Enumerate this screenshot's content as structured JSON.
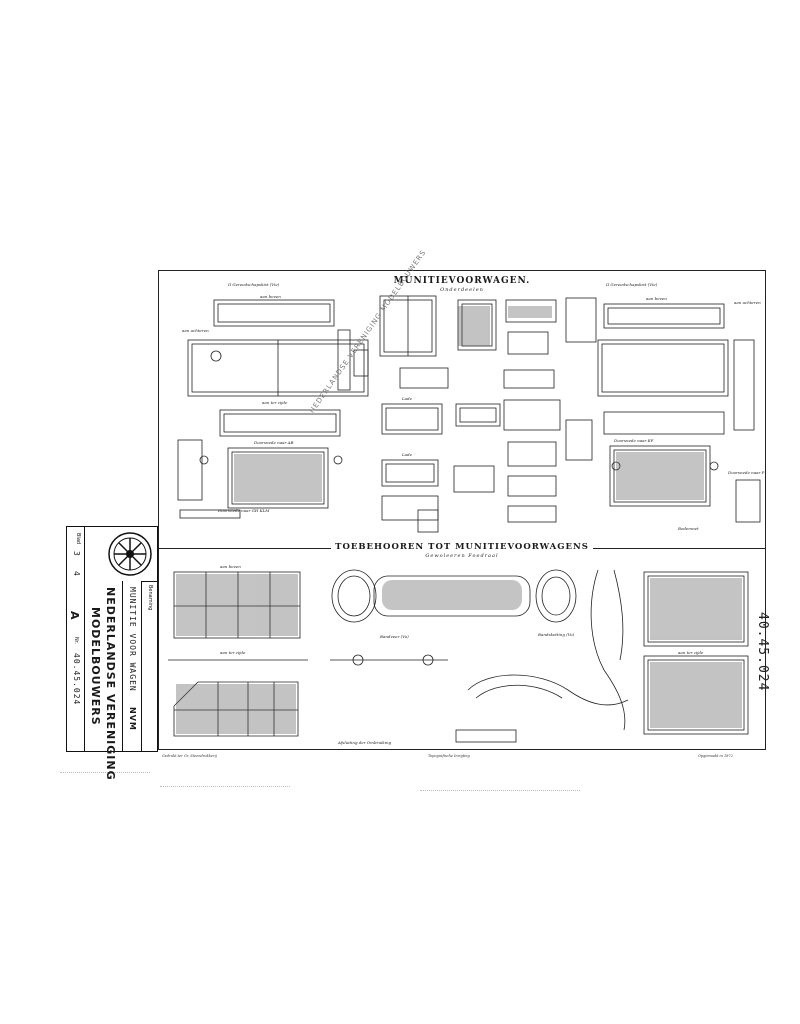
{
  "sheet": {
    "title": "MUNITIEVOORWAGEN.",
    "subtitle": "Onderdeelen",
    "accessories_title": "TOEBEHOOREN TOT MUNITIEVOORWAGENS",
    "accessories_subtitle": "Gewoleeren Foedraal",
    "labels": [
      "II Gereedschapskist (Vie)",
      "II Gereedschapskist (Vie)",
      "aan boven",
      "aan achteren",
      "aan ter zijde",
      "Doorsnede naar AB",
      "Lade",
      "Lade",
      "aan boven",
      "aan achteren",
      "Doorsnede naar GH KLM",
      "Doorsnede naar EF",
      "Doorsnede naar P",
      "Bodemnet",
      "Bandveer (Vo)",
      "Bandsketting (Vo)",
      "aan ter zijde",
      "aan boven",
      "Afsluiting der Ombruiking",
      "aan ter zijde"
    ],
    "footer_left": "Gedrukt ter Gr. Steendrukkerij",
    "footer_mid": "Topografische Inrigting",
    "footer_right": "Opgemaakt in 1872",
    "stamp": "NEDERLANDSE VERENIGING MODELBOUWERS"
  },
  "titleblock": {
    "benaming_label": "Benaming",
    "benaming_value": "MUNITIE VOOR WAGEN",
    "nvm": "NVM",
    "org_line1": "NEDERLANDSE VERENIGING",
    "org_line2": "MODELBOUWERS",
    "blad_label": "Blad",
    "blad_value": "3",
    "van_value": "4",
    "letter": "A",
    "nr_label": "Nr.",
    "nr_value": "40.45.024"
  },
  "serial": "40.45.024"
}
